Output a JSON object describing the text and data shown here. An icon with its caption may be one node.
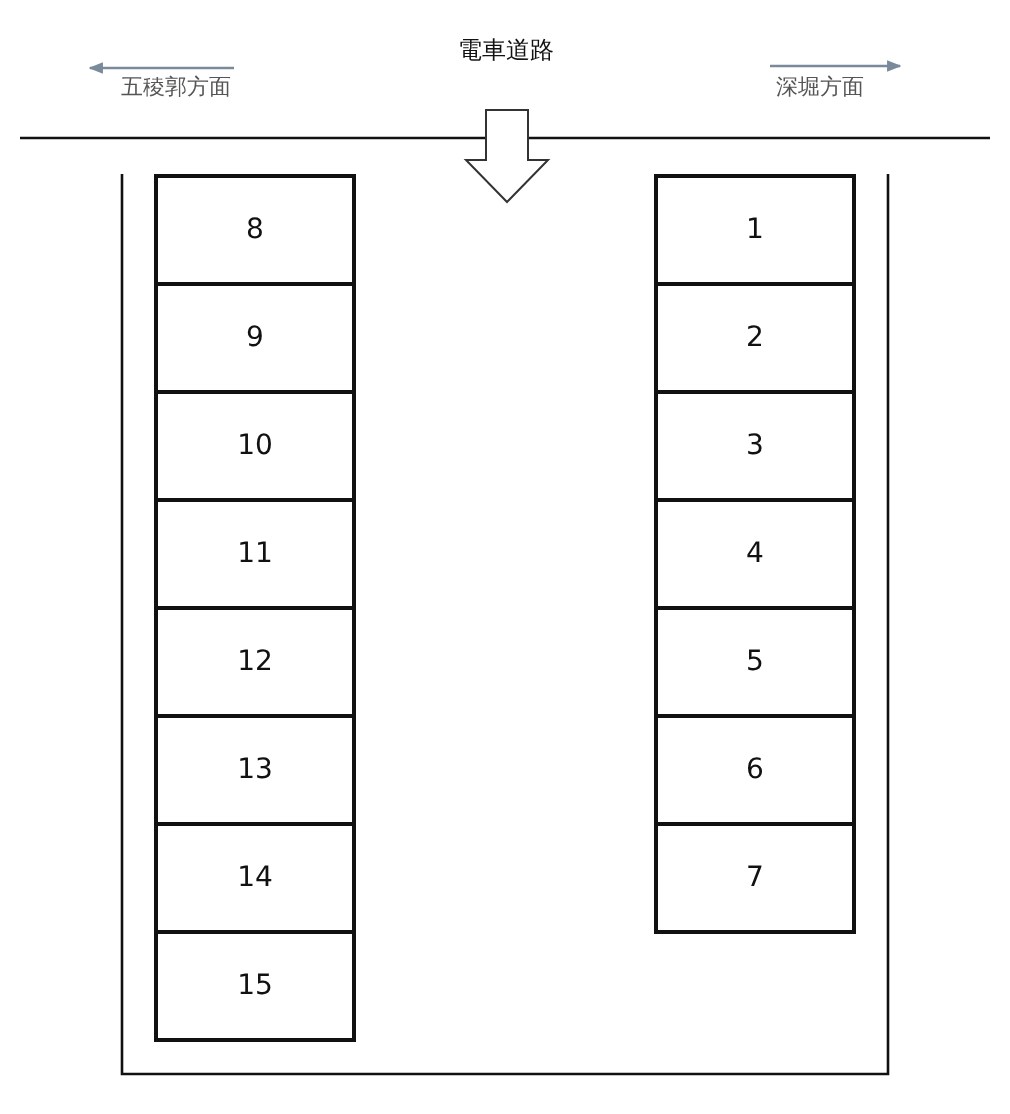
{
  "diagram": {
    "nodes": [
      {
        "text": [
          "1"
        ]
      },
      {
        "text": [
          "2"
        ]
      },
      {
        "text": [
          "3"
        ]
      },
      {
        "text": [
          "4"
        ]
      },
      {
        "text": [
          "5"
        ]
      },
      {
        "text": [
          "6"
        ]
      },
      {
        "text": [
          "7"
        ]
      },
      {
        "text": [
          "8"
        ]
      },
      {
        "text": [
          "9"
        ]
      },
      {
        "text": [
          "10"
        ]
      },
      {
        "text": [
          "11"
        ]
      },
      {
        "text": [
          "12"
        ]
      },
      {
        "text": [
          "13"
        ]
      },
      {
        "text": [
          "14"
        ]
      },
      {
        "text": [
          "15"
        ]
      }
    ],
    "labels": [
      "電車道路",
      "五稜郭方面",
      "深堀方面"
    ]
  }
}
